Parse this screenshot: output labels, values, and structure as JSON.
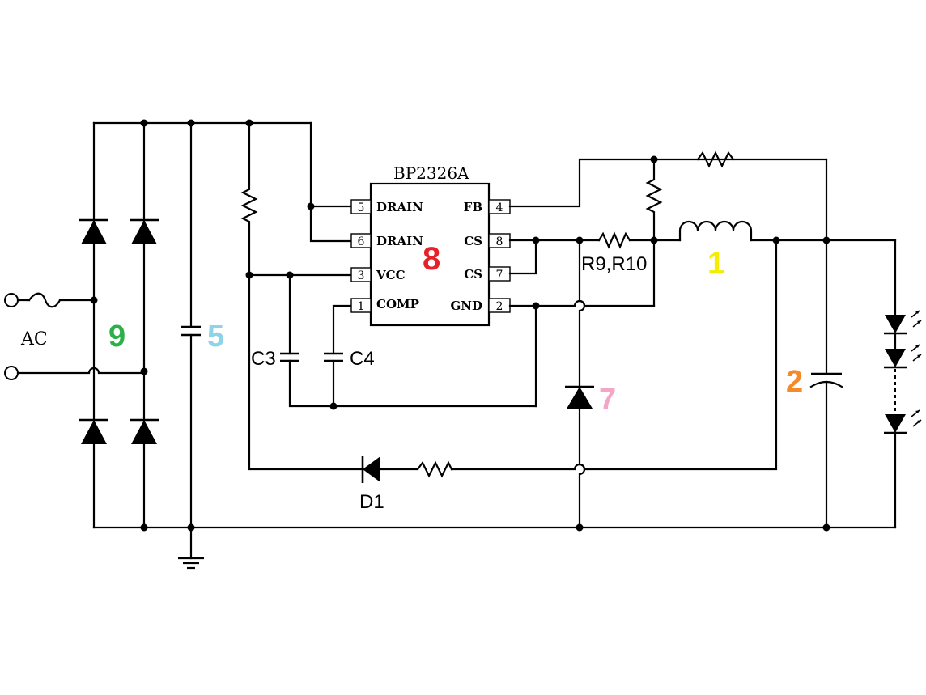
{
  "chip": {
    "name": "BP2326A",
    "pins": [
      {
        "num": "5",
        "label": "DRAIN"
      },
      {
        "num": "6",
        "label": "DRAIN"
      },
      {
        "num": "3",
        "label": "VCC"
      },
      {
        "num": "1",
        "label": "COMP"
      },
      {
        "num": "4",
        "label": "FB"
      },
      {
        "num": "8",
        "label": "CS"
      },
      {
        "num": "7",
        "label": "CS"
      },
      {
        "num": "2",
        "label": "GND"
      }
    ]
  },
  "labels": {
    "ac": "AC",
    "c3": "C3",
    "c4": "C4",
    "d1": "D1",
    "r9_r10": "R9,R10"
  },
  "markers": [
    {
      "text": "1",
      "color": "#f5ec00"
    },
    {
      "text": "2",
      "color": "#f58a2a"
    },
    {
      "text": "5",
      "color": "#8fd3e8"
    },
    {
      "text": "7",
      "color": "#f4a6c8"
    },
    {
      "text": "8",
      "color": "#e8202a"
    },
    {
      "text": "9",
      "color": "#2bb04a"
    }
  ]
}
